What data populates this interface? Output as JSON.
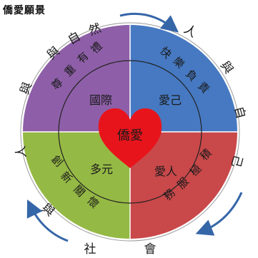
{
  "title": "僑愛願景",
  "center": {
    "label": "僑愛",
    "color": "#e8141b"
  },
  "quadrants": [
    {
      "key": "top-left",
      "color": "#8e5fa8",
      "label": "國際",
      "phrase": "尊重有禮",
      "phrase_chars": [
        "尊",
        "重",
        "有",
        "禮"
      ]
    },
    {
      "key": "top-right",
      "color": "#4679c2",
      "label": "愛己",
      "phrase": "快樂負責",
      "phrase_chars": [
        "快",
        "樂",
        "負",
        "責"
      ]
    },
    {
      "key": "bottom-left",
      "color": "#95b945",
      "label": "多元",
      "phrase": "創新關懷",
      "phrase_chars": [
        "創",
        "新",
        "關",
        "懷"
      ]
    },
    {
      "key": "bottom-right",
      "color": "#c9484a",
      "label": "愛人",
      "phrase": "積極服務",
      "phrase_chars": [
        "積",
        "極",
        "服",
        "務"
      ]
    }
  ],
  "ring_texts": [
    {
      "key": "ring-top",
      "text": "與自然",
      "chars": [
        "然",
        "自",
        "與"
      ]
    },
    {
      "key": "ring-right",
      "text": "人與自己",
      "chars": [
        "人",
        "與",
        "自",
        "己"
      ]
    },
    {
      "key": "ring-bottom",
      "text": "與社會",
      "chars": [
        "與",
        "社",
        "會"
      ]
    },
    {
      "key": "ring-left",
      "text": "與人",
      "chars": [
        "與",
        "人"
      ]
    }
  ],
  "colors": {
    "ring": "#ffffff",
    "arrow": "#3566a8",
    "line": "#222222"
  }
}
